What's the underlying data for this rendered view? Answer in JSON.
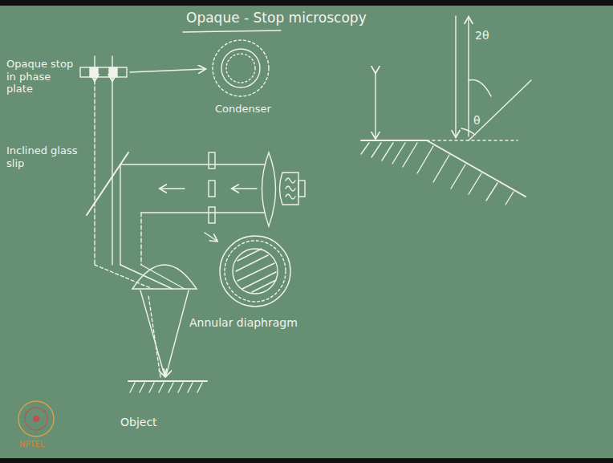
{
  "diagram": {
    "title": "Opaque - Stop microscopy",
    "labels": [
      "Opaque stop in phase plate",
      "Condenser",
      "Inclined glass slip",
      "Annular diaphragm",
      "Object",
      "2θ",
      "θ",
      "NPTEL"
    ]
  }
}
